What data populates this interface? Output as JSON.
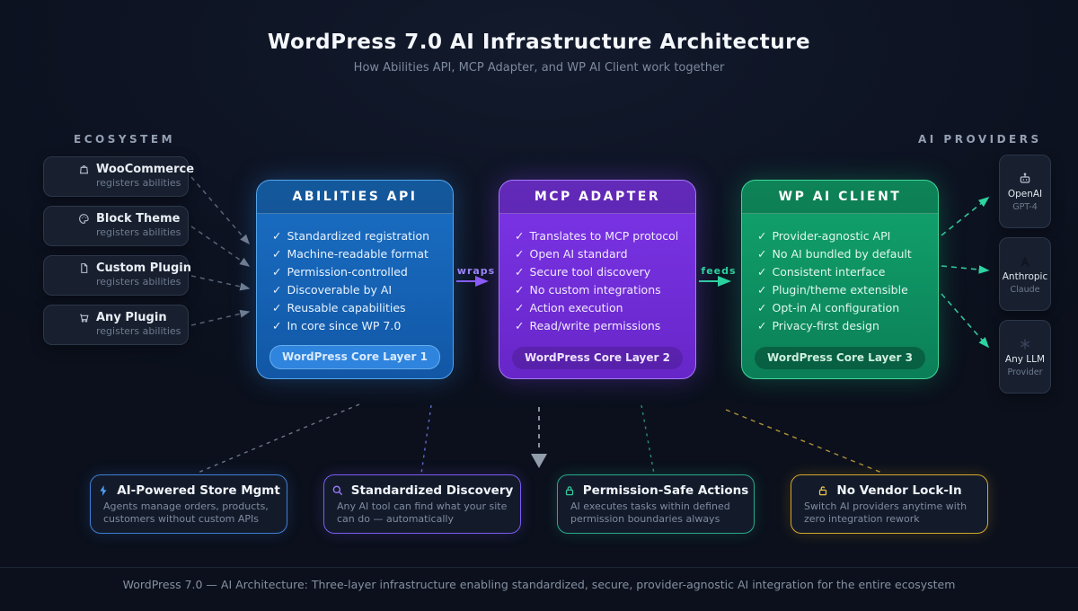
{
  "header": {
    "title": "WordPress 7.0 AI Infrastructure Architecture",
    "subtitle": "How Abilities API, MCP Adapter, and WP AI Client work together"
  },
  "sections": {
    "ecosystem_label": "ECOSYSTEM",
    "providers_label": "AI PROVIDERS"
  },
  "glyphs": {
    "check": "✓"
  },
  "ecosystem": {
    "items": [
      {
        "icon": "shopping-bag-icon",
        "name": "WooCommerce",
        "sub": "registers abilities"
      },
      {
        "icon": "palette-icon",
        "name": "Block Theme",
        "sub": "registers abilities"
      },
      {
        "icon": "document-icon",
        "name": "Custom Plugin",
        "sub": "registers abilities"
      },
      {
        "icon": "cart-icon",
        "name": "Any Plugin",
        "sub": "registers abilities"
      }
    ]
  },
  "layers": [
    {
      "title": "ABILITIES API",
      "accent": "#2f84dd",
      "items": [
        "Standardized registration",
        "Machine-readable format",
        "Permission-controlled",
        "Discoverable by AI",
        "Reusable capabilities",
        "In core since WP 7.0"
      ],
      "badge": "WordPress Core Layer 1"
    },
    {
      "title": "MCP ADAPTER",
      "accent": "#7c3aed",
      "items": [
        "Translates to MCP protocol",
        "Open AI standard",
        "Secure tool discovery",
        "No custom integrations",
        "Action execution",
        "Read/write permissions"
      ],
      "badge": "WordPress Core Layer 2"
    },
    {
      "title": "WP AI CLIENT",
      "accent": "#12a56e",
      "items": [
        "Provider-agnostic API",
        "No AI bundled by default",
        "Consistent interface",
        "Plugin/theme extensible",
        "Opt-in AI configuration",
        "Privacy-first design"
      ],
      "badge": "WordPress Core Layer 3"
    }
  ],
  "connectors": {
    "wraps": "wraps",
    "feeds": "feeds"
  },
  "providers": [
    {
      "icon": "robot-icon",
      "name": "OpenAI",
      "sub": "GPT-4"
    },
    {
      "icon": "anthropic-logo-icon",
      "name": "Anthropic",
      "sub": "Claude"
    },
    {
      "icon": "asterisk-icon",
      "name": "Any LLM",
      "sub": "Provider"
    }
  ],
  "benefits": [
    {
      "icon": "lightning-icon",
      "accent": "#3f7fd4",
      "title": "AI-Powered Store Mgmt",
      "desc": "Agents manage orders, products, customers without custom APIs"
    },
    {
      "icon": "magnifier-icon",
      "accent": "#7a5cf0",
      "title": "Standardized Discovery",
      "desc": "Any AI tool can find what your site can do — automatically"
    },
    {
      "icon": "lock-icon",
      "accent": "#2aa98a",
      "title": "Permission-Safe Actions",
      "desc": "AI executes tasks within defined permission boundaries always"
    },
    {
      "icon": "unlock-icon",
      "accent": "#d4a72c",
      "title": "No Vendor Lock-In",
      "desc": "Switch AI providers anytime with zero integration rework"
    }
  ],
  "footer": {
    "text": "WordPress 7.0 — AI Architecture: Three-layer infrastructure enabling standardized, secure, provider-agnostic AI integration for the entire ecosystem"
  }
}
